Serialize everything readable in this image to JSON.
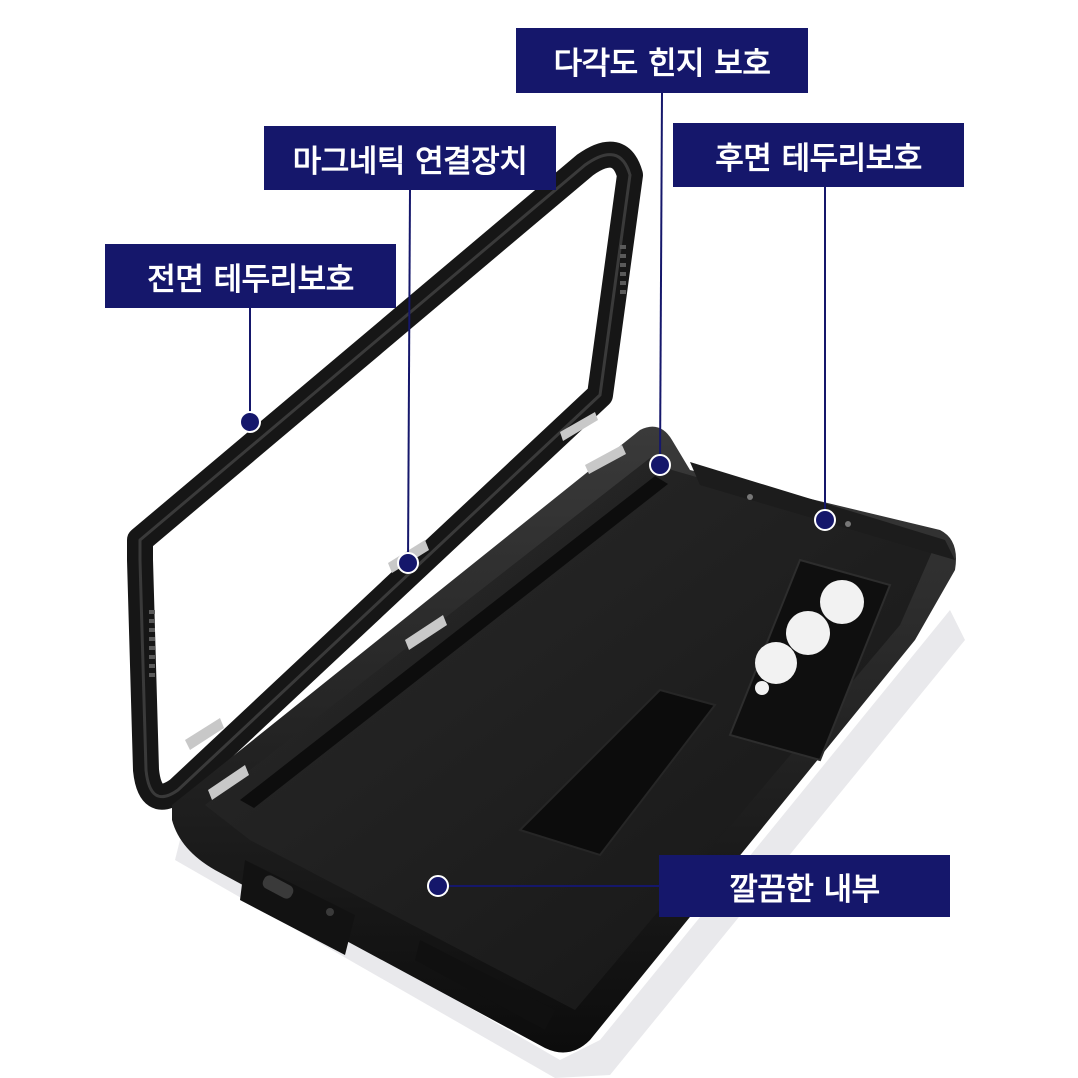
{
  "colors": {
    "callout_bg": "#15176b",
    "callout_text": "#ffffff",
    "leader_line": "#15176b",
    "case_black": "#141414",
    "case_interior": "#1e1e1e",
    "background": "#ffffff"
  },
  "callouts": {
    "hinge": "다각도 힌지 보호",
    "magnet": "마그네틱 연결장치",
    "back_bezel": "후면 테두리보호",
    "front_bezel": "전면 테두리보호",
    "interior": "깔끔한 내부"
  }
}
